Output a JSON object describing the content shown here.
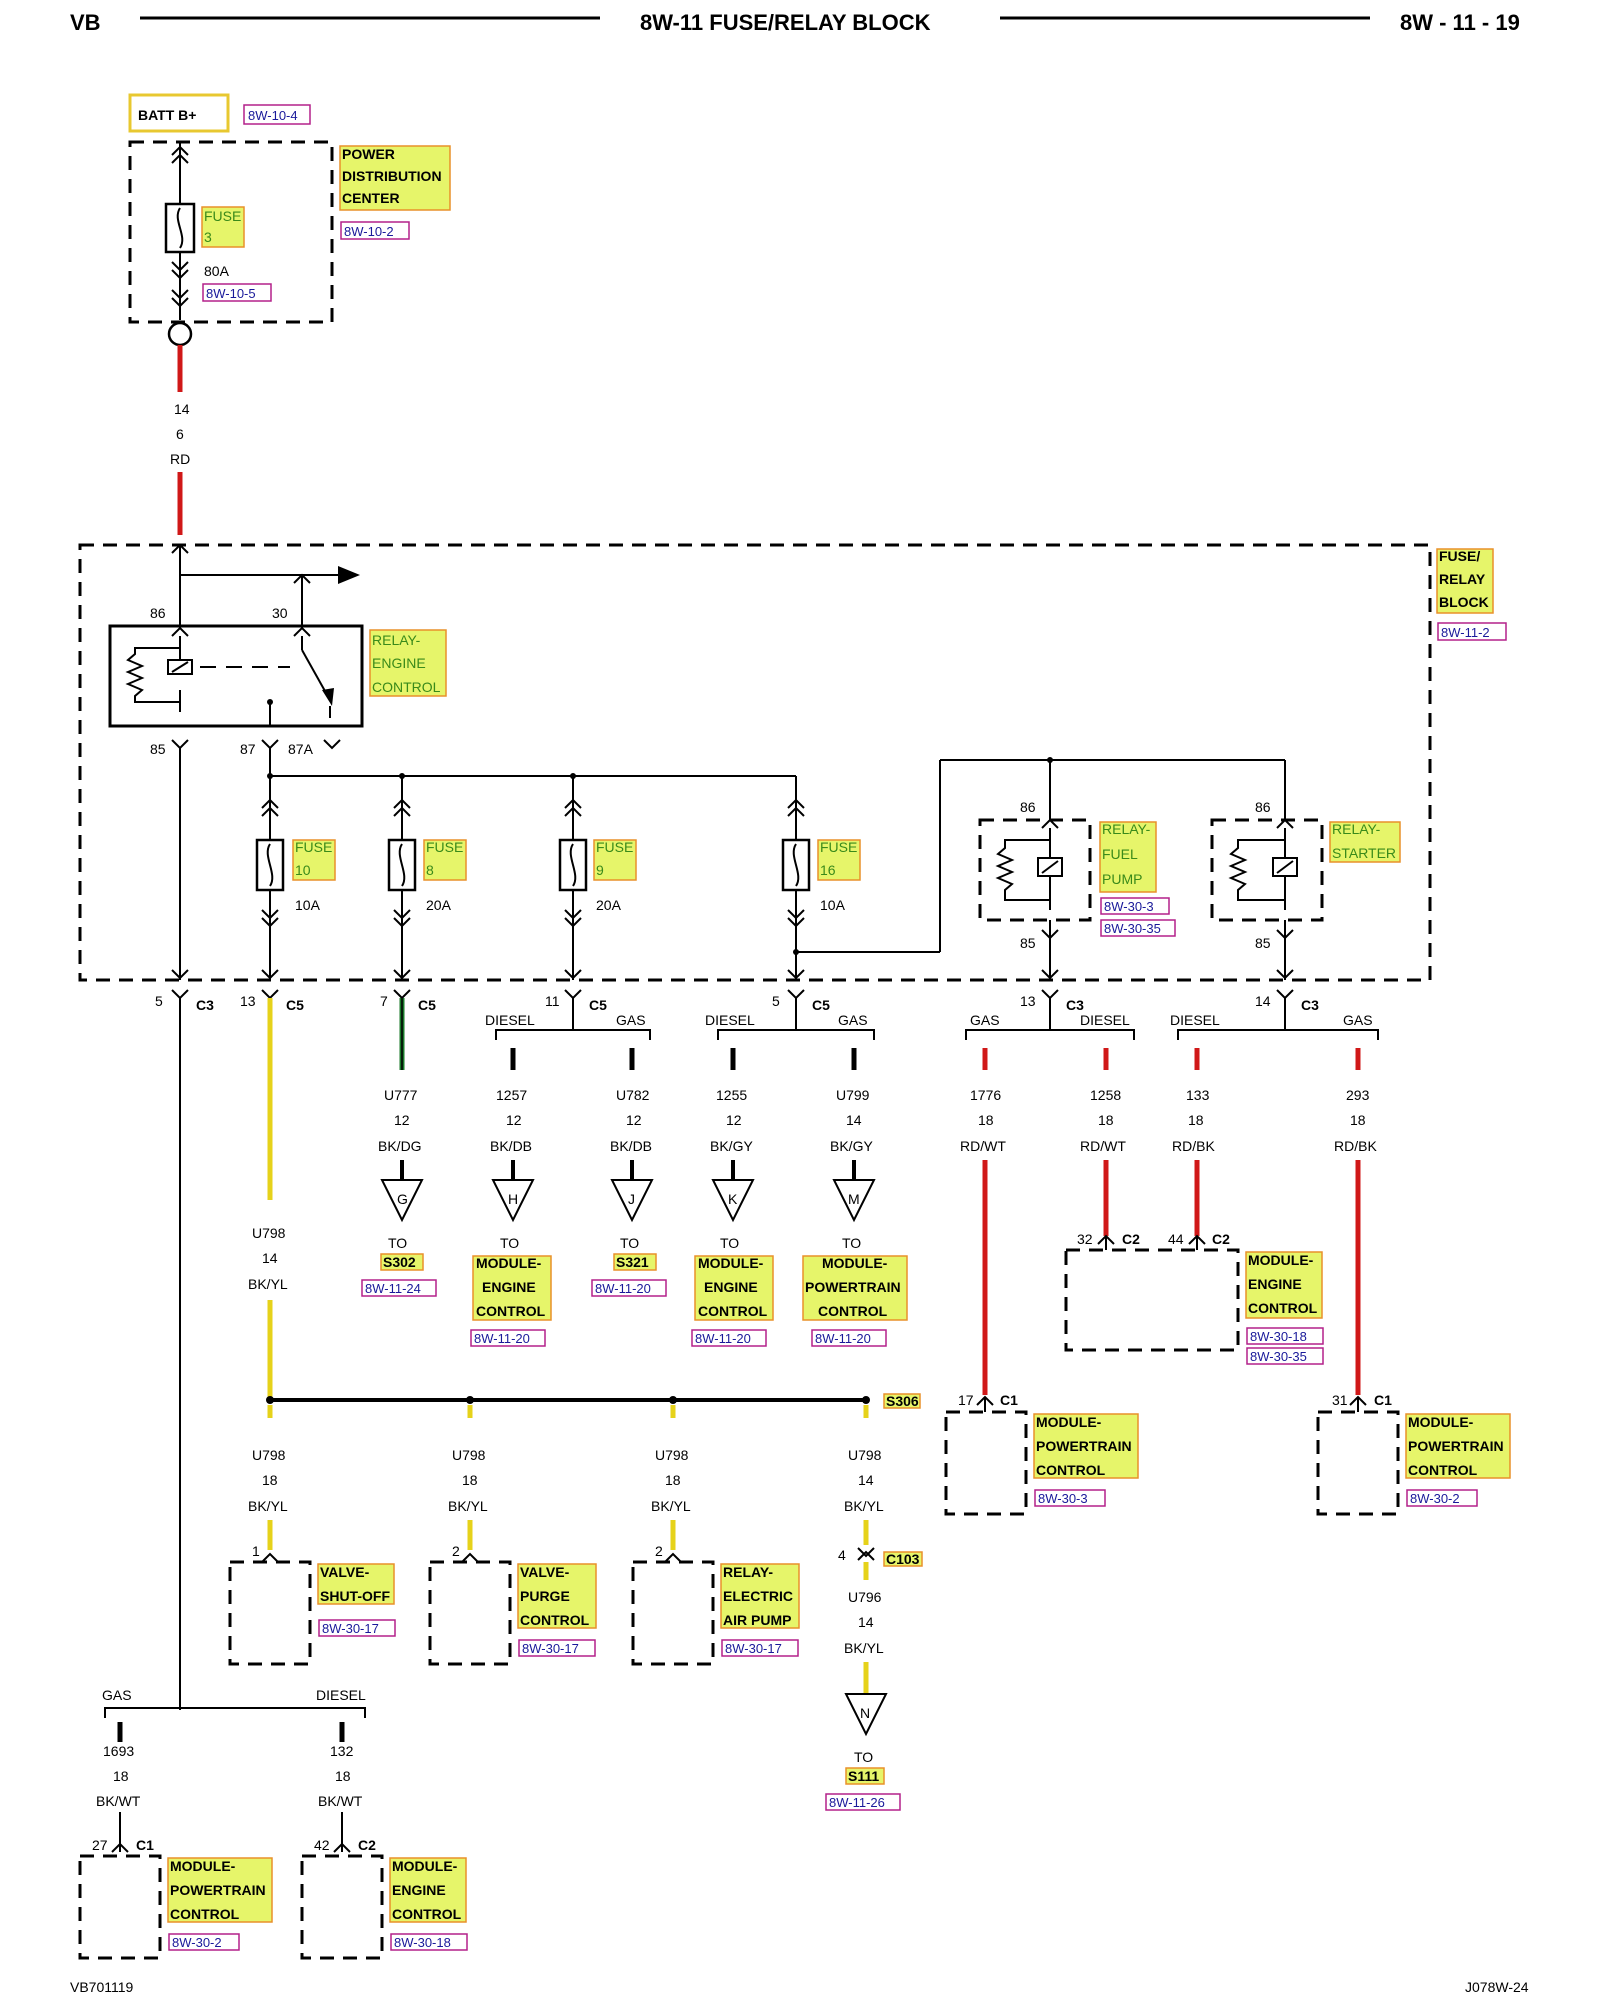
{
  "header": {
    "left": "VB",
    "center": "8W-11 FUSE/RELAY BLOCK",
    "right": "8W - 11 - 19"
  },
  "footer": {
    "left": "VB701119",
    "right": "J078W-24"
  },
  "source": {
    "label": "BATT B+",
    "ref": "8W-10-4"
  },
  "pdc": {
    "name_lines": [
      "POWER",
      "DISTRIBUTION",
      "CENTER"
    ],
    "ref": "8W-10-2",
    "fuse_lines": [
      "FUSE",
      "3"
    ],
    "fuse_amps": "80A",
    "fuse_ref": "8W-10-5"
  },
  "main_wire": {
    "cavity": "14",
    "gauge": "6",
    "color": "RD"
  },
  "frb": {
    "name_lines": [
      "FUSE/",
      "RELAY",
      "BLOCK"
    ],
    "ref": "8W-11-2"
  },
  "relay_ecm": {
    "name_lines": [
      "RELAY-",
      "ENGINE",
      "CONTROL"
    ],
    "pins": {
      "p86": "86",
      "p30": "30",
      "p85": "85",
      "p87": "87",
      "p87a": "87A"
    }
  },
  "fuses": [
    {
      "lines": [
        "FUSE",
        "10"
      ],
      "amps": "10A"
    },
    {
      "lines": [
        "FUSE",
        "8"
      ],
      "amps": "20A"
    },
    {
      "lines": [
        "FUSE",
        "9"
      ],
      "amps": "20A"
    },
    {
      "lines": [
        "FUSE",
        "16"
      ],
      "amps": "10A"
    }
  ],
  "relay_fuel": {
    "name_lines": [
      "RELAY-",
      "FUEL",
      "PUMP"
    ],
    "refs": [
      "8W-30-3",
      "8W-30-35"
    ],
    "p86": "86",
    "p85": "85"
  },
  "relay_starter": {
    "name_lines": [
      "RELAY-",
      "STARTER"
    ],
    "p86": "86",
    "p85": "85"
  },
  "connectors": [
    {
      "cav": "5",
      "conn": "C3"
    },
    {
      "cav": "13",
      "conn": "C5"
    },
    {
      "cav": "7",
      "conn": "C5"
    },
    {
      "cav": "11",
      "conn": "C5"
    },
    {
      "cav": "5",
      "conn": "C5"
    },
    {
      "cav": "13",
      "conn": "C3"
    },
    {
      "cav": "14",
      "conn": "C3"
    }
  ],
  "splits": {
    "diesel": "DIESEL",
    "gas": "GAS"
  },
  "wires_top": [
    {
      "circuit": "U777",
      "gauge": "12",
      "color": "BK/DG",
      "conn": "G",
      "to": "TO",
      "dest": [
        "S302"
      ],
      "ref": "8W-11-24"
    },
    {
      "circuit": "1257",
      "gauge": "12",
      "color": "BK/DB",
      "conn": "H",
      "to": "TO",
      "dest": [
        "MODULE-",
        "ENGINE",
        "CONTROL"
      ],
      "ref": "8W-11-20"
    },
    {
      "circuit": "U782",
      "gauge": "12",
      "color": "BK/DB",
      "conn": "J",
      "to": "TO",
      "dest": [
        "S321"
      ],
      "ref": "8W-11-20"
    },
    {
      "circuit": "1255",
      "gauge": "12",
      "color": "BK/GY",
      "conn": "K",
      "to": "TO",
      "dest": [
        "MODULE-",
        "ENGINE",
        "CONTROL"
      ],
      "ref": "8W-11-20"
    },
    {
      "circuit": "U799",
      "gauge": "14",
      "color": "BK/GY",
      "conn": "M",
      "to": "TO",
      "dest": [
        "MODULE-",
        "POWERTRAIN",
        "CONTROL"
      ],
      "ref": "8W-11-20"
    },
    {
      "circuit": "1776",
      "gauge": "18",
      "color": "RD/WT"
    },
    {
      "circuit": "1258",
      "gauge": "18",
      "color": "RD/WT"
    },
    {
      "circuit": "133",
      "gauge": "18",
      "color": "RD/BK"
    },
    {
      "circuit": "293",
      "gauge": "18",
      "color": "RD/BK"
    }
  ],
  "u798_main": {
    "circuit": "U798",
    "gauge": "14",
    "color": "BK/YL"
  },
  "splice_s306": "S306",
  "branches": [
    {
      "circuit": "U798",
      "gauge": "18",
      "color": "BK/YL",
      "pin": "1",
      "name": [
        "VALVE-",
        "SHUT-OFF"
      ],
      "ref": "8W-30-17"
    },
    {
      "circuit": "U798",
      "gauge": "18",
      "color": "BK/YL",
      "pin": "2",
      "name": [
        "VALVE-",
        "PURGE",
        "CONTROL"
      ],
      "ref": "8W-30-17"
    },
    {
      "circuit": "U798",
      "gauge": "18",
      "color": "BK/YL",
      "pin": "2",
      "name": [
        "RELAY-",
        "ELECTRIC",
        "AIR PUMP"
      ],
      "ref": "8W-30-17"
    },
    {
      "circuit": "U798",
      "gauge": "14",
      "color": "BK/YL"
    }
  ],
  "c103": {
    "pin": "4",
    "conn": "C103",
    "circuit": "U796",
    "gauge": "14",
    "color": "BK/YL",
    "term": "N",
    "to": "TO",
    "dest": "S111",
    "ref": "8W-11-26"
  },
  "ecm_c2": {
    "pin_a": "32",
    "conn_a": "C2",
    "pin_b": "44",
    "conn_b": "C2",
    "name": [
      "MODULE-",
      "ENGINE",
      "CONTROL"
    ],
    "refs": [
      "8W-30-18",
      "8W-30-35"
    ]
  },
  "pcm_fuel": {
    "pin": "17",
    "conn": "C1",
    "name": [
      "MODULE-",
      "POWERTRAIN",
      "CONTROL"
    ],
    "ref": "8W-30-3"
  },
  "pcm_start": {
    "pin": "31",
    "conn": "C1",
    "name": [
      "MODULE-",
      "POWERTRAIN",
      "CONTROL"
    ],
    "ref": "8W-30-2"
  },
  "bottom": {
    "gas": {
      "label": "GAS",
      "circuit": "1693",
      "gauge": "18",
      "color": "BK/WT",
      "pin": "27",
      "conn": "C1",
      "name": [
        "MODULE-",
        "POWERTRAIN",
        "CONTROL"
      ],
      "ref": "8W-30-2"
    },
    "diesel": {
      "label": "DIESEL",
      "circuit": "132",
      "gauge": "18",
      "color": "BK/WT",
      "pin": "42",
      "conn": "C2",
      "name": [
        "MODULE-",
        "ENGINE",
        "CONTROL"
      ],
      "ref": "8W-30-18"
    }
  }
}
